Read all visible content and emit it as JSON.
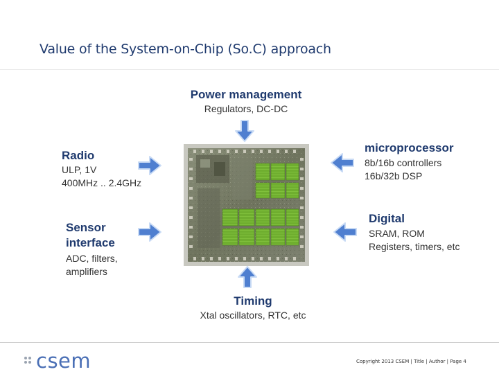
{
  "slide": {
    "title": "Value of the System-on-Chip (So.C) approach"
  },
  "blocks": {
    "power": {
      "title": "Power management",
      "lines": [
        "Regulators, DC-DC"
      ]
    },
    "radio": {
      "title": "Radio",
      "lines": [
        "ULP, 1V",
        "400MHz .. 2.4GHz"
      ]
    },
    "microprocessor": {
      "title": "microprocessor",
      "lines": [
        "8b/16b controllers",
        "16b/32b DSP"
      ]
    },
    "sensor": {
      "title_lines": [
        "Sensor",
        "interface"
      ],
      "lines": [
        "ADC, filters,",
        "amplifiers"
      ]
    },
    "digital": {
      "title": "Digital",
      "lines": [
        "SRAM, ROM",
        "Registers, timers, etc"
      ]
    },
    "timing": {
      "title": "Timing",
      "lines": [
        "Xtal oscillators, RTC, etc"
      ]
    }
  },
  "footer": {
    "logo": "csem",
    "info": "Copyright 2013 CSEM  |  Title  |  Author  |  Page 4"
  },
  "colors": {
    "title": "#1f3a6e",
    "arrow_fill": "#4f7fd0",
    "arrow_edge": "#c9dbf5",
    "chip_green": "#6fae2f",
    "logo": "#4a6fb5"
  }
}
